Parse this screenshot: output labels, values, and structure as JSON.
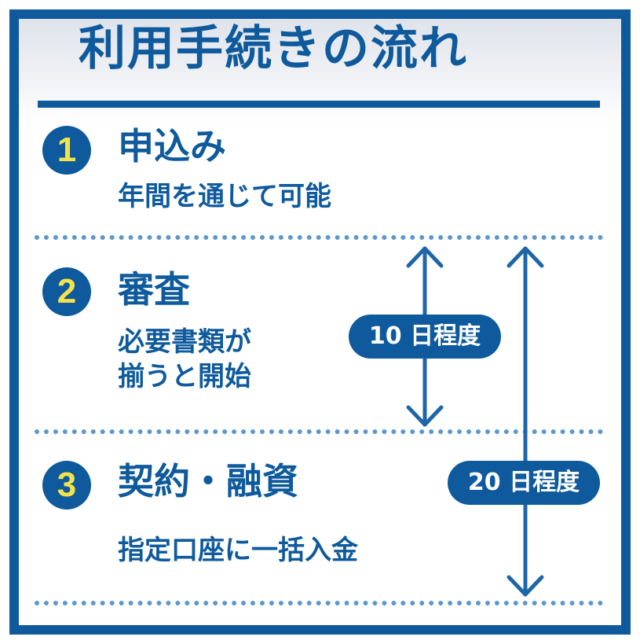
{
  "title": "利用手続きの流れ",
  "steps": [
    {
      "number": "1",
      "heading": "申込み",
      "sub_lines": [
        "年間を通じて可能"
      ]
    },
    {
      "number": "2",
      "heading": "審査",
      "sub_lines": [
        "必要書類が",
        "揃うと開始"
      ]
    },
    {
      "number": "3",
      "heading": "契約・融資",
      "sub_lines": [
        "指定口座に一括入金"
      ]
    }
  ],
  "durations": {
    "short": "10 日程度",
    "long": "20 日程度"
  },
  "colors": {
    "primary": "#0e5a9c",
    "number_text": "#f3e24a",
    "dotted_line": "#5d98cc",
    "arrow": "#1e66a8"
  }
}
